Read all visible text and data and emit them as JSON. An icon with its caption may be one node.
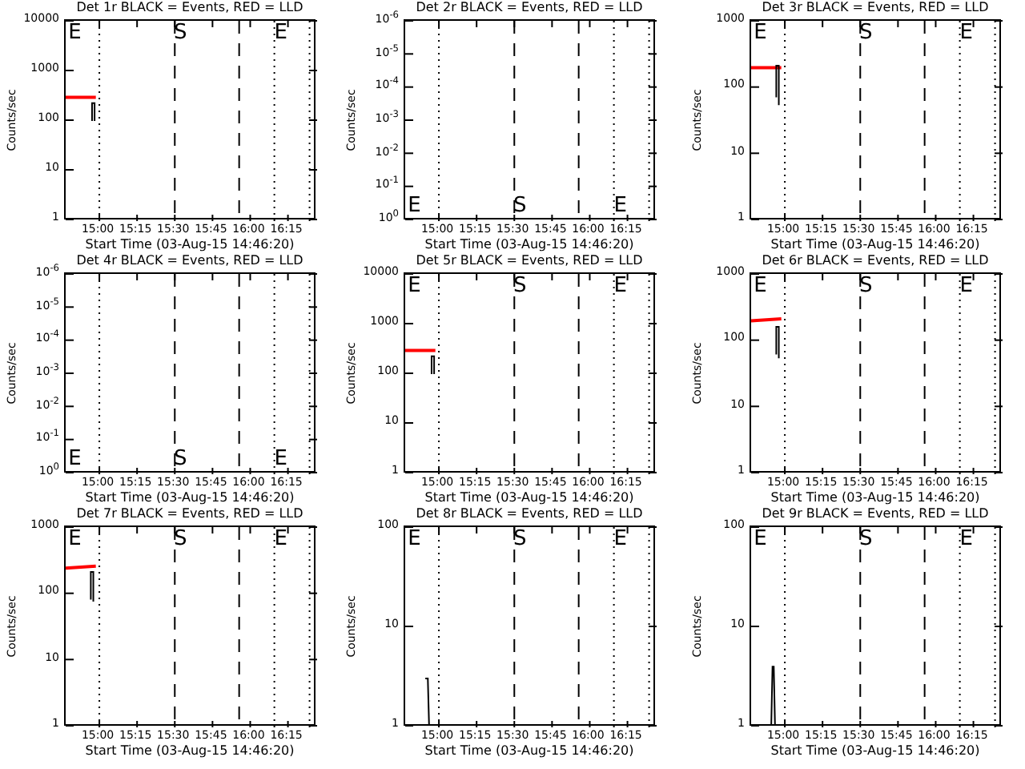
{
  "diagram": {
    "nodes": [
      {
        "text": [
          "Det 1r BLACK = Events, RED = LLD",
          "Counts/sec",
          "Start Time (03-Aug-15 14:46:20)"
        ]
      },
      {
        "text": [
          "Det 2r BLACK = Events, RED = LLD",
          "Counts/sec",
          "Start Time (03-Aug-15 14:46:20)"
        ]
      },
      {
        "text": [
          "Det 3r BLACK = Events, RED = LLD",
          "Counts/sec",
          "Start Time (03-Aug-15 14:46:20)"
        ]
      },
      {
        "text": [
          "Det 4r BLACK = Events, RED = LLD",
          "Counts/sec",
          "Start Time (03-Aug-15 14:46:20)"
        ]
      },
      {
        "text": [
          "Det 5r BLACK = Events, RED = LLD",
          "Counts/sec",
          "Start Time (03-Aug-15 14:46:20)"
        ]
      },
      {
        "text": [
          "Det 6r BLACK = Events, RED = LLD",
          "Counts/sec",
          "Start Time (03-Aug-15 14:46:20)"
        ]
      },
      {
        "text": [
          "Det 7r BLACK = Events, RED = LLD",
          "Counts/sec",
          "Start Time (03-Aug-15 14:46:20)"
        ]
      },
      {
        "text": [
          "Det 8r BLACK = Events, RED = LLD",
          "Counts/sec",
          "Start Time (03-Aug-15 14:46:20)"
        ]
      },
      {
        "text": [
          "Det 9r BLACK = Events, RED = LLD",
          "Counts/sec",
          "Start Time (03-Aug-15 14:46:20)"
        ]
      }
    ],
    "labels": [
      "10000",
      "1000",
      "100",
      "10",
      "1",
      "15:00",
      "15:15",
      "15:30",
      "15:45",
      "16:00",
      "16:15",
      "E",
      "S",
      "E",
      "10$^{-6}$",
      "10$^{-5}$",
      "10$^{-4}$",
      "10$^{-3}$",
      "10$^{-2}$",
      "10$^{-1}$",
      "10$^{0}$",
      "15:00",
      "15:15",
      "15:30",
      "15:45",
      "16:00",
      "16:15",
      "E",
      "S",
      "E",
      "1000",
      "100",
      "10",
      "1",
      "15:00",
      "15:15",
      "15:30",
      "15:45",
      "16:00",
      "16:15",
      "E",
      "S",
      "E",
      "10$^{-6}$",
      "10$^{-5}$",
      "10$^{-4}$",
      "10$^{-3}$",
      "10$^{-2}$",
      "10$^{-1}$",
      "10$^{0}$",
      "15:00",
      "15:15",
      "15:30",
      "15:45",
      "16:00",
      "16:15",
      "E",
      "S",
      "E",
      "10000",
      "1000",
      "100",
      "10",
      "1",
      "15:00",
      "15:15",
      "15:30",
      "15:45",
      "16:00",
      "16:15",
      "E",
      "S",
      "E",
      "1000",
      "100",
      "10",
      "1",
      "15:00",
      "15:15",
      "15:30",
      "15:45",
      "16:00",
      "16:15",
      "E",
      "S",
      "E",
      "1000",
      "100",
      "10",
      "1",
      "15:00",
      "15:15",
      "15:30",
      "15:45",
      "16:00",
      "16:15",
      "E",
      "S",
      "E",
      "100",
      "10",
      "1",
      "15:00",
      "15:15",
      "15:30",
      "15:45",
      "16:00",
      "16:15",
      "E",
      "S",
      "E",
      "100",
      "10",
      "1",
      "15:00",
      "15:15",
      "15:30",
      "15:45",
      "16:00",
      "16:15",
      "E",
      "S",
      "E"
    ]
  }
}
